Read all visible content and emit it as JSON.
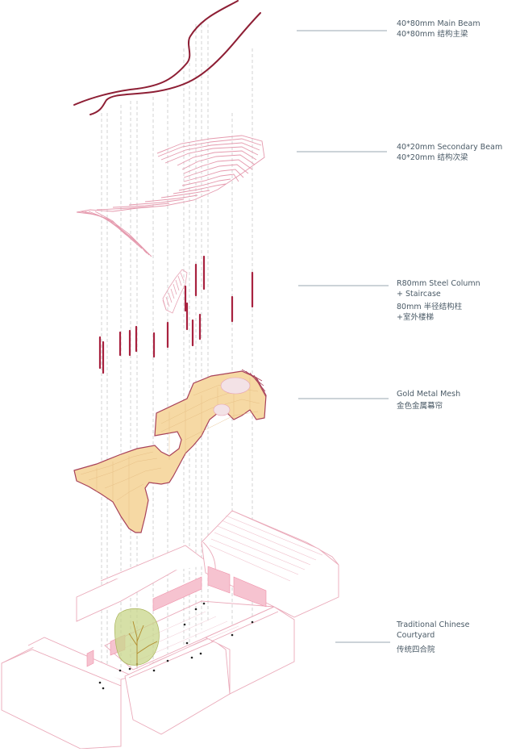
{
  "diagram": {
    "type": "exploded axonometric",
    "colors": {
      "main_beam": "#8e1f35",
      "secondary_beam": "#e59aae",
      "steel_column": "#a8223f",
      "staircase": "#e7a4b5",
      "gold_mesh_fill": "#f6d9a4",
      "gold_mesh_edge": "#a8425a",
      "courtyard_line": "#eaa9b9",
      "courtyard_window": "#ef8fa8",
      "tree_fill": "#c8d58a",
      "tree_branch": "#b08a2a",
      "projection_line": "#c4c4c4",
      "leader_line": "#9aa7b0",
      "label_text": "#4a5a66"
    },
    "layers": [
      {
        "id": "main-beam",
        "label_en": "40*80mm Main Beam",
        "label_zh": "40*80mm 结构主梁"
      },
      {
        "id": "secondary-beam",
        "label_en": "40*20mm Secondary Beam",
        "label_zh": "40*20mm 结构次梁"
      },
      {
        "id": "steel-column",
        "label_en_1": "R80mm Steel Column",
        "label_en_2": "+ Staircase",
        "label_zh_1": "80mm 半径结构柱",
        "label_zh_2": "+室外楼梯"
      },
      {
        "id": "gold-mesh",
        "label_en": "Gold Metal Mesh",
        "label_zh": "金色金属幕帘"
      },
      {
        "id": "courtyard",
        "label_en_1": "Traditional Chinese",
        "label_en_2": "Courtyard",
        "label_zh": "传统四合院"
      }
    ]
  }
}
